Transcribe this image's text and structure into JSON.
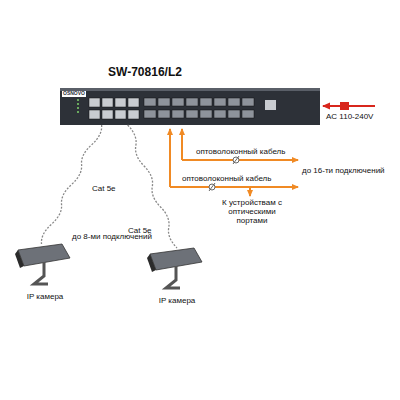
{
  "diagram": {
    "title": "SW-70816/L2",
    "nodes": [
      {
        "text": [
          "OSNOVO"
        ]
      },
      {
        "text": [
          "IP камера"
        ]
      },
      {
        "text": [
          "IP камера"
        ]
      }
    ],
    "edges": [
      {
        "from": 0,
        "to": 1,
        "label": "Cat 5e",
        "arrow": "none"
      },
      {
        "from": 0,
        "to": 2,
        "label": "Cat 5e",
        "arrow": "none"
      }
    ],
    "labels": [
      "AC 110-240V",
      "оптоволоконный кабель",
      "оптоволоконный кабель",
      "до 16-ти подключений",
      "К устройствам с оптическими портами",
      "до 8-ми подключений"
    ]
  }
}
